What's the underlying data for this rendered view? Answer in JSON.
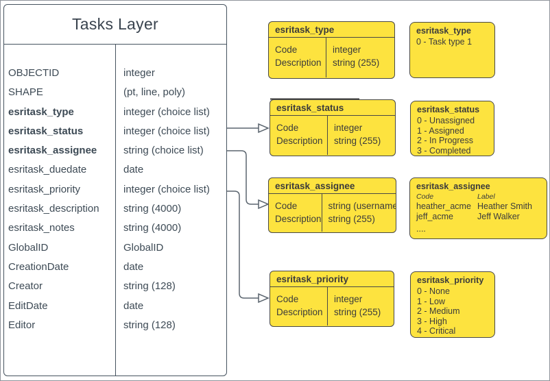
{
  "tasks_layer": {
    "title": "Tasks Layer",
    "fields": [
      {
        "name": "OBJECTID",
        "type": "integer"
      },
      {
        "name": "SHAPE",
        "type": "(pt, line, poly)"
      },
      {
        "name": "esritask_type",
        "type": "integer (choice list)"
      },
      {
        "name": "esritask_status",
        "type": "integer (choice list)"
      },
      {
        "name": "esritask_assignee",
        "type": "string (choice list)"
      },
      {
        "name": "esritask_duedate",
        "type": "date"
      },
      {
        "name": "esritask_priority",
        "type": "integer (choice list)"
      },
      {
        "name": "esritask_description",
        "type": "string (4000)"
      },
      {
        "name": "esritask_notes",
        "type": "string (4000)"
      },
      {
        "name": "GlobalID",
        "type": "GlobalID"
      },
      {
        "name": "CreationDate",
        "type": "date"
      },
      {
        "name": "Creator",
        "type": "string (128)"
      },
      {
        "name": "EditDate",
        "type": "date"
      },
      {
        "name": "Editor",
        "type": "string (128)"
      }
    ]
  },
  "schema_boxes": [
    {
      "title": "esritask_type",
      "rows": [
        [
          "Code",
          "integer"
        ],
        [
          "Description",
          "string (255)"
        ]
      ]
    },
    {
      "title": "esritask_status",
      "rows": [
        [
          "Code",
          "integer"
        ],
        [
          "Description",
          "string (255)"
        ]
      ]
    },
    {
      "title": "esritask_assignee",
      "rows": [
        [
          "Code",
          "string  (username)"
        ],
        [
          "Description",
          "string (255)"
        ]
      ]
    },
    {
      "title": "esritask_priority",
      "rows": [
        [
          "Code",
          "integer"
        ],
        [
          "Description",
          "string (255)"
        ]
      ]
    }
  ],
  "domain_boxes": [
    {
      "title": "esritask_type",
      "lines": [
        "0 - Task type 1"
      ]
    },
    {
      "title": "esritask_status",
      "lines": [
        "0 - Unassigned",
        "1 - Assigned",
        "2 - In Progress",
        "3 - Completed"
      ]
    },
    {
      "title": "esritask_assignee",
      "col_headers": [
        "Code",
        "Label"
      ],
      "entries": [
        [
          "heather_acme",
          "Heather Smith"
        ],
        [
          "jeff_acme",
          "Jeff Walker"
        ]
      ],
      "more": "...."
    },
    {
      "title": "esritask_priority",
      "lines": [
        "0 - None",
        "1 - Low",
        "2 - Medium",
        "3 - High",
        "4 - Critical"
      ]
    }
  ],
  "colors": {
    "box_fill": "#fde33f",
    "box_border": "#474747",
    "table_border": "#45525e",
    "table_text": "#3d4a55",
    "connector": "#5a646e"
  }
}
